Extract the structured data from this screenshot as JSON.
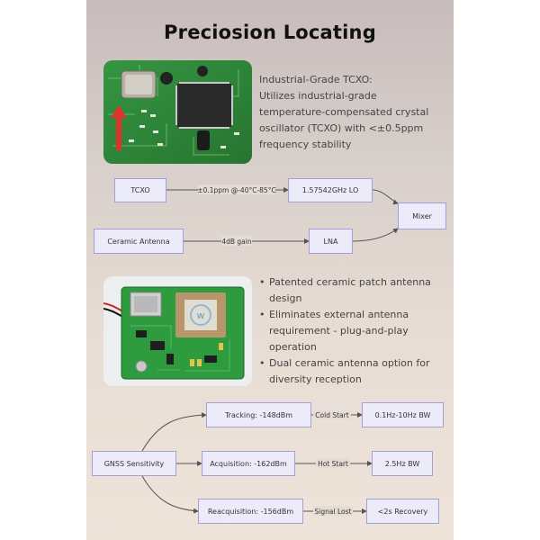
{
  "title": "Preciosion Locating",
  "tcxo_section": {
    "heading": "Industrial-Grade TCXO:",
    "description": "Utilizes industrial-grade temperature-compensated crystal oscillator (TCXO) with <±0.5ppm frequency stability"
  },
  "signal_chain": {
    "nodes": {
      "tcxo": "TCXO",
      "lo": "1.57542GHz LO",
      "mixer": "Mixer",
      "ceramic_antenna": "Ceramic Antenna",
      "lna": "LNA"
    },
    "edges": {
      "tcxo_to_lo": "±0.1ppm @-40°C-85°C",
      "antenna_to_lna": "4dB gain"
    }
  },
  "antenna_features": [
    "Patented ceramic patch antenna design",
    "Eliminates external antenna requirement - plug-and-play operation",
    "Dual ceramic antenna option for diversity reception"
  ],
  "sensitivity_tree": {
    "root": "GNSS Sensitivity",
    "tracking": "Tracking: -148dBm",
    "acquisition": "Acquisition: -162dBm",
    "reacquisition": "Reacquisition: -156dBm",
    "cold_start_label": "Cold Start",
    "hot_start_label": "Hot Start",
    "signal_lost_label": "Signal Lost",
    "tracking_result": "0.1Hz-10Hz BW",
    "acquisition_result": "2.5Hz BW",
    "reacquisition_result": "<2s Recovery"
  },
  "colors": {
    "node_fill": "#ecebfa",
    "node_border": "#a59ed8",
    "edge": "#555555",
    "pcb_green": "#2f8a3a",
    "arrow_red": "#e0322a"
  }
}
